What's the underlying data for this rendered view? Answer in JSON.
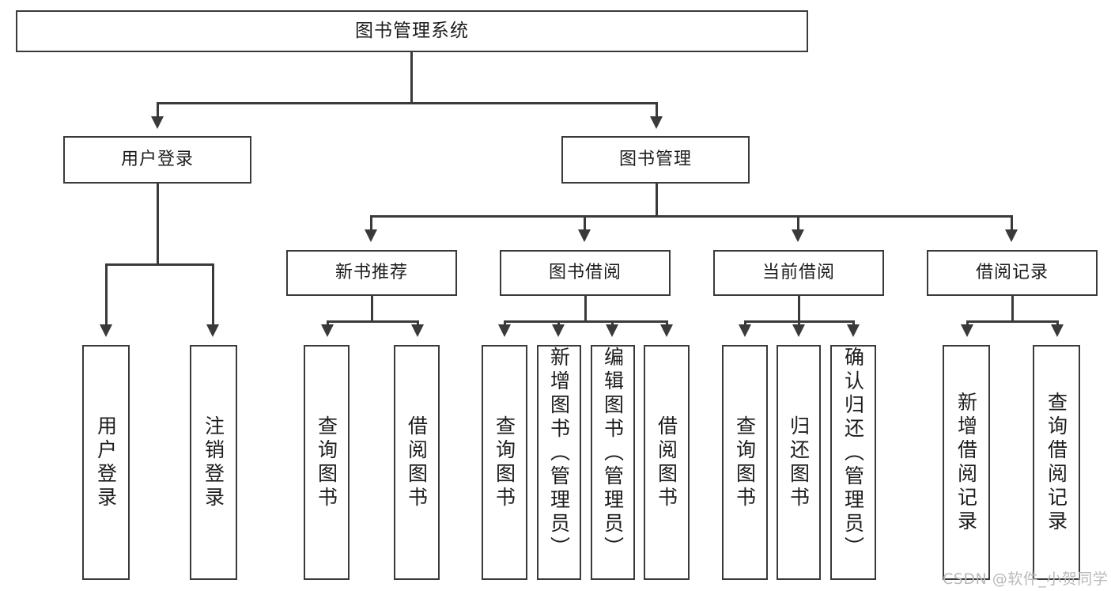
{
  "diagram": {
    "type": "tree-hierarchy",
    "title": "图书管理系统",
    "root": {
      "label": "图书管理系统"
    },
    "level2": [
      {
        "id": "user-login",
        "label": "用户登录"
      },
      {
        "id": "book-manage",
        "label": "图书管理"
      }
    ],
    "level3": [
      {
        "id": "new-book-recommend",
        "label": "新书推荐",
        "parent": "book-manage"
      },
      {
        "id": "book-borrow",
        "label": "图书借阅",
        "parent": "book-manage"
      },
      {
        "id": "current-borrow",
        "label": "当前借阅",
        "parent": "book-manage"
      },
      {
        "id": "borrow-record",
        "label": "借阅记录",
        "parent": "book-manage"
      }
    ],
    "leaves": {
      "user-login": [
        {
          "id": "leaf-user-login",
          "label": "用户登录"
        },
        {
          "id": "leaf-logout",
          "label": "注销登录"
        }
      ],
      "new-book-recommend": [
        {
          "id": "leaf-query-book-1",
          "label": "查询图书"
        },
        {
          "id": "leaf-borrow-book-1",
          "label": "借阅图书"
        }
      ],
      "book-borrow": [
        {
          "id": "leaf-query-book-2",
          "label": "查询图书"
        },
        {
          "id": "leaf-add-book",
          "label": "新增图书（管理员）"
        },
        {
          "id": "leaf-edit-book",
          "label": "编辑图书（管理员）"
        },
        {
          "id": "leaf-borrow-book-2",
          "label": "借阅图书"
        }
      ],
      "current-borrow": [
        {
          "id": "leaf-query-book-3",
          "label": "查询图书"
        },
        {
          "id": "leaf-return-book",
          "label": "归还图书"
        },
        {
          "id": "leaf-confirm-return",
          "label": "确认归还（管理员）"
        }
      ],
      "borrow-record": [
        {
          "id": "leaf-add-record",
          "label": "新增借阅记录"
        },
        {
          "id": "leaf-query-record",
          "label": "查询借阅记录"
        }
      ]
    }
  },
  "watermark": {
    "text": "CSDN @软件_小贺同学"
  },
  "colors": {
    "stroke": "#3a3a3a",
    "fill": "#ffffff",
    "text": "#1c1c1c",
    "watermark": "#b9b9b9"
  }
}
